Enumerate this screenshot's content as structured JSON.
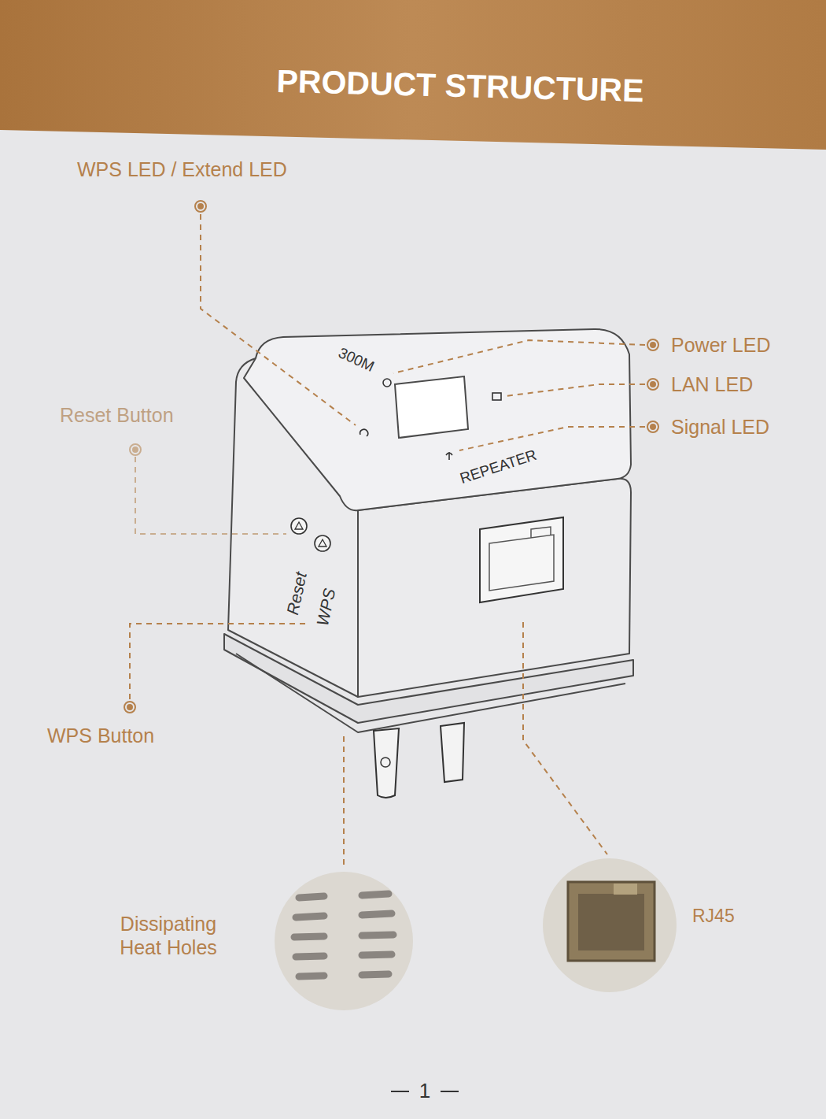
{
  "diagram": {
    "title": "PRODUCT STRUCTURE",
    "labels": [
      "WPS LED / Extend LED",
      "Power LED",
      "LAN LED",
      "Signal LED",
      "Reset Button",
      "300M",
      "REPEATER",
      "Reset",
      "WPS",
      "WPS Button",
      "Dissipating Heat Holes",
      "RJ45",
      "1"
    ]
  }
}
